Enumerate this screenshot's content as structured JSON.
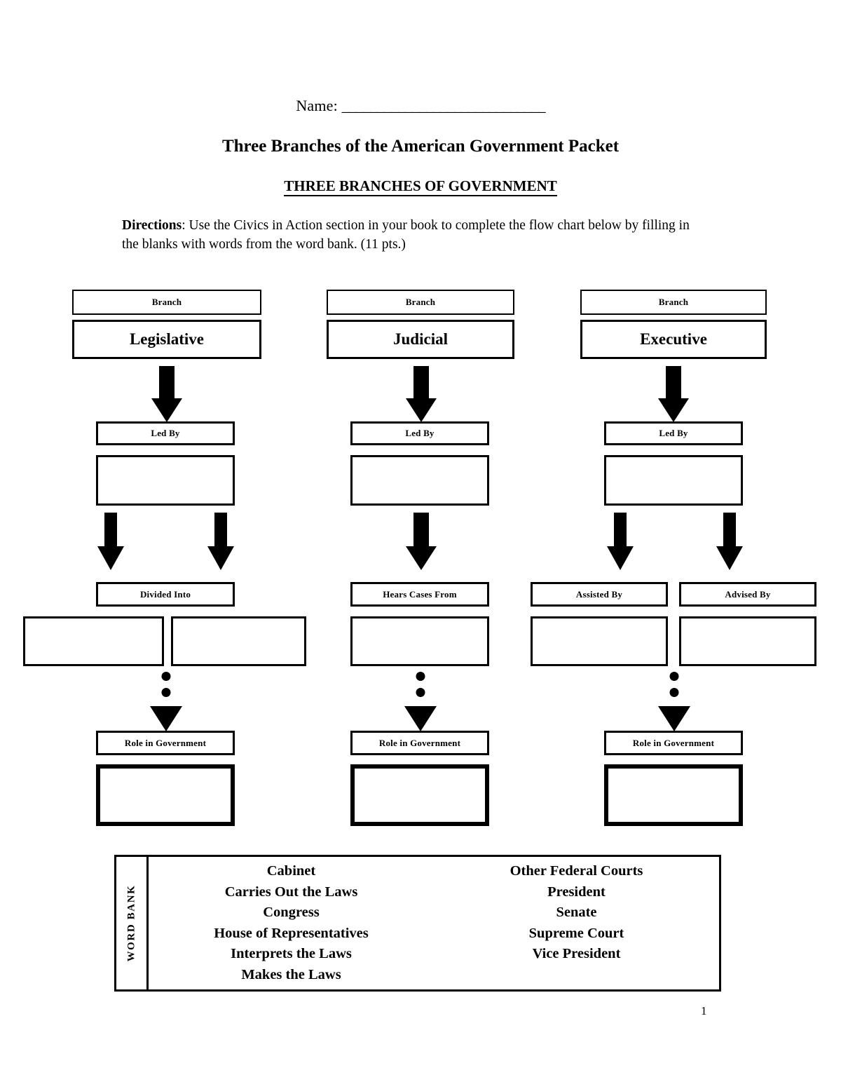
{
  "header": {
    "name_label": "Name:",
    "name_blank": "_____________________________",
    "title": "Three Branches of the American Government Packet",
    "subtitle": "THREE BRANCHES OF GOVERNMENT",
    "directions_label": "Directions",
    "directions_text": ": Use the Civics in Action section in your book to complete the flow chart below by filling in the blanks with words from the word bank. (11 pts.)"
  },
  "flowchart": {
    "branch_label": "Branch",
    "led_by_label": "Led By",
    "role_label": "Role in Government",
    "columns": [
      {
        "id": "legislative",
        "branch_label": "Branch",
        "branch_name": "Legislative",
        "led_by_label": "Led By",
        "led_by_answer": "",
        "relation_label": "Divided Into",
        "relation_answers": [
          "",
          ""
        ],
        "role_label": "Role in Government",
        "role_answer": ""
      },
      {
        "id": "judicial",
        "branch_label": "Branch",
        "branch_name": "Judicial",
        "led_by_label": "Led By",
        "led_by_answer": "",
        "relation_label": "Hears Cases From",
        "relation_answers": [
          ""
        ],
        "role_label": "Role in Government",
        "role_answer": ""
      },
      {
        "id": "executive",
        "branch_label": "Branch",
        "branch_name": "Executive",
        "led_by_label": "Led By",
        "led_by_answer": "",
        "relation_label_left": "Assisted By",
        "relation_label_right": "Advised By",
        "relation_answers": [
          "",
          ""
        ],
        "role_label": "Role in Government",
        "role_answer": ""
      }
    ]
  },
  "word_bank": {
    "title": "WORD BANK",
    "column_left": [
      "Cabinet",
      "Carries Out the Laws",
      "Congress",
      "House of Representatives",
      "Interprets the Laws",
      "Makes the Laws"
    ],
    "column_right": [
      "Other Federal Courts",
      "President",
      "Senate",
      "Supreme Court",
      "Vice President"
    ]
  },
  "footer": {
    "page_number": "1"
  }
}
